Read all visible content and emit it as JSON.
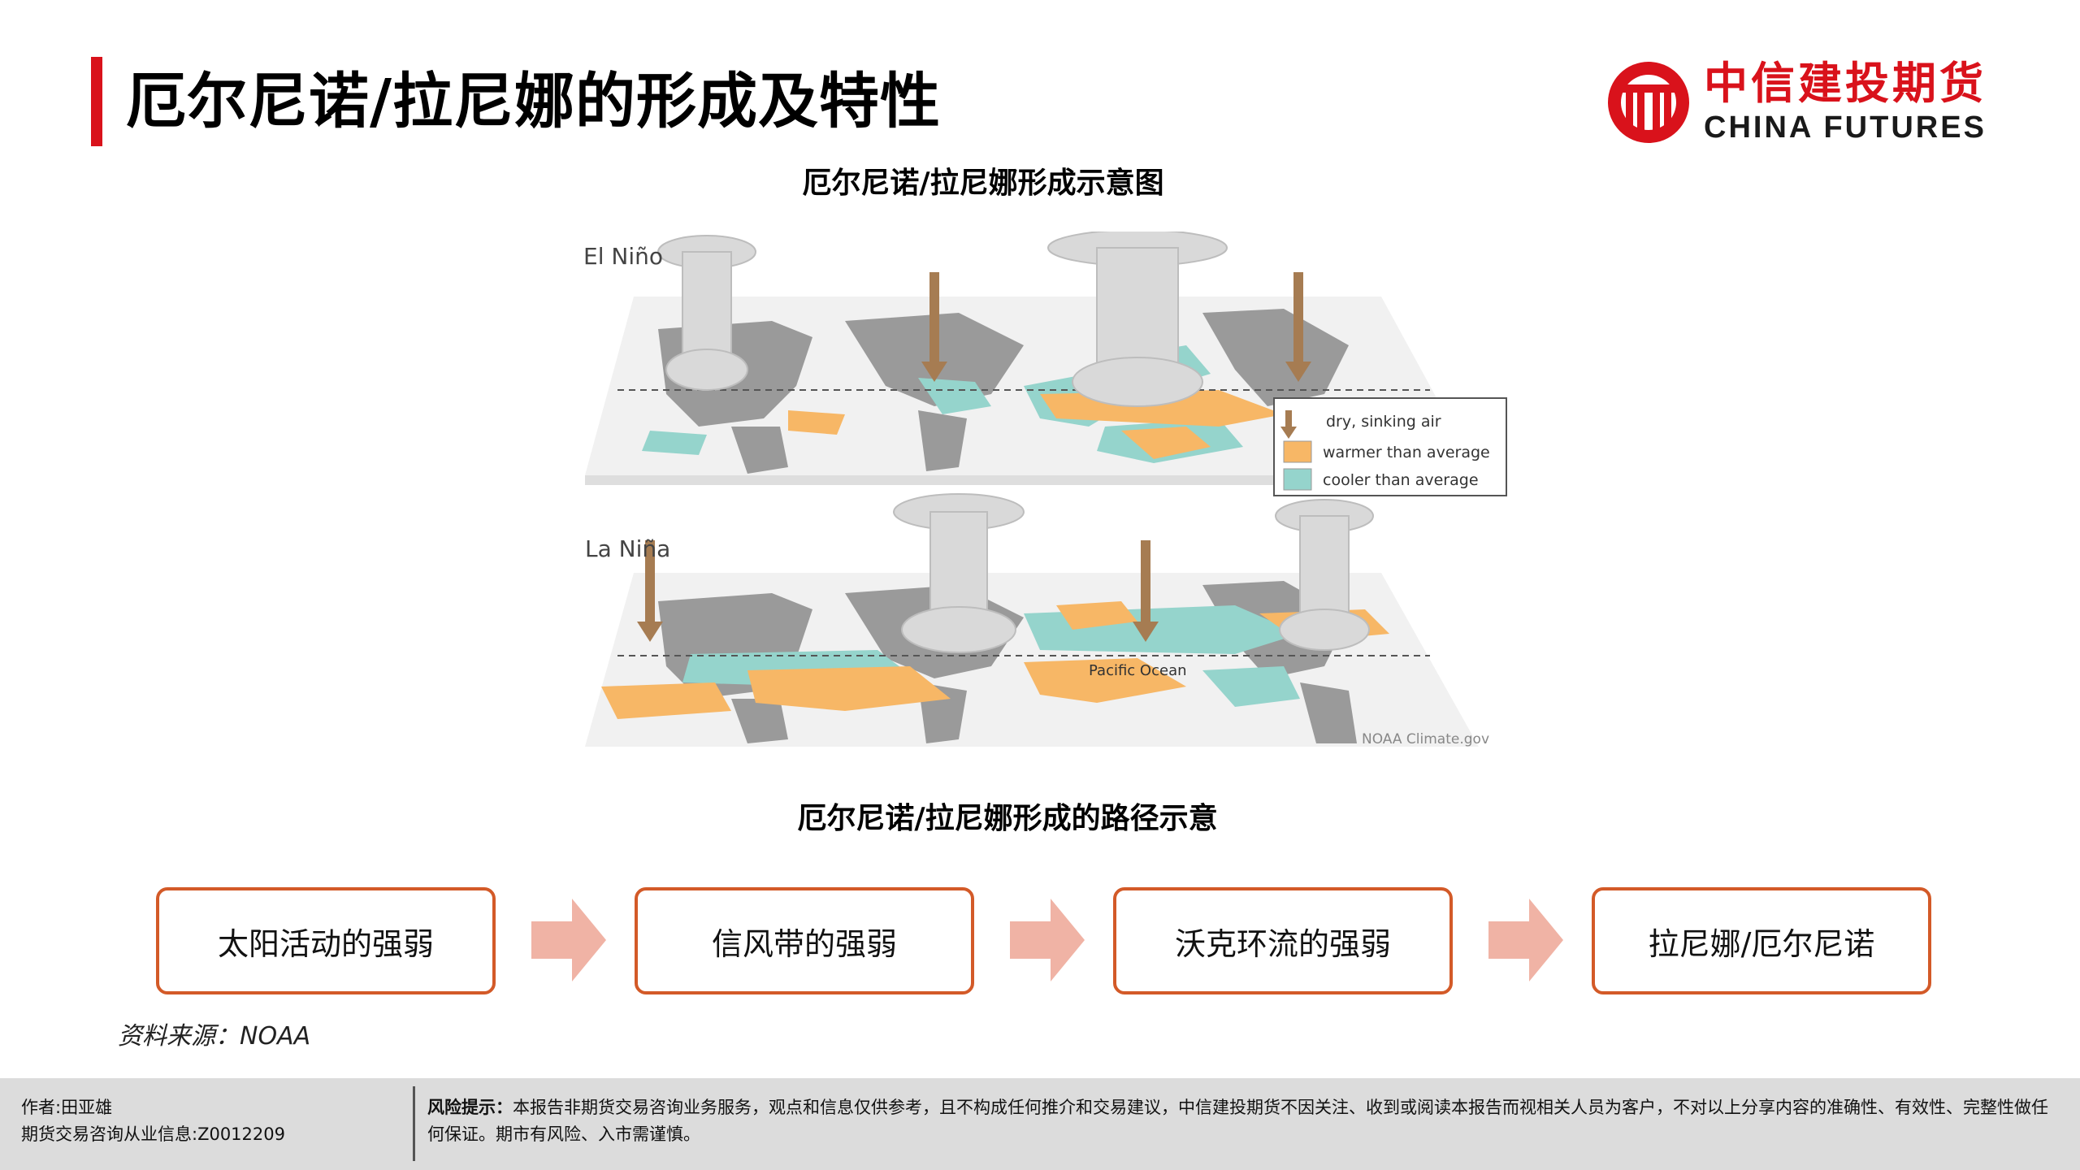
{
  "header": {
    "title": "厄尔尼诺/拉尼娜的形成及特性",
    "logo_cn": "中信建投期货",
    "logo_en": "CHINA FUTURES"
  },
  "figure": {
    "title": "厄尔尼诺/拉尼娜形成示意图",
    "el_nino_label": "El Niño",
    "la_nina_label": "La Niña",
    "legend": {
      "sinking": "dry, sinking air",
      "warmer": "warmer than average",
      "cooler": "cooler than average"
    },
    "ocean_label": "Pacific Ocean",
    "credit": "NOAA Climate.gov"
  },
  "flow": {
    "title": "厄尔尼诺/拉尼娜形成的路径示意",
    "steps": [
      "太阳活动的强弱",
      "信风带的强弱",
      "沃克环流的强弱",
      "拉尼娜/厄尔尼诺"
    ]
  },
  "source": "资料来源：NOAA",
  "footer": {
    "author": "作者:田亚雄",
    "license": "期货交易咨询从业信息:Z0012209",
    "risk_label": "风险提示：",
    "risk_text": "本报告非期货交易咨询业务服务，观点和信息仅供参考，且不构成任何推介和交易建议，中信建投期货不因关注、收到或阅读本报告而视相关人员为客户，不对以上分享内容的准确性、有效性、完整性做任何保证。期市有风险、入市需谨慎。"
  },
  "colors": {
    "accent_red": "#d9121b",
    "flow_border": "#d35a28",
    "arrow_fill": "#f0b3a5",
    "warm": "#f7b766",
    "cool": "#95d4cc"
  }
}
